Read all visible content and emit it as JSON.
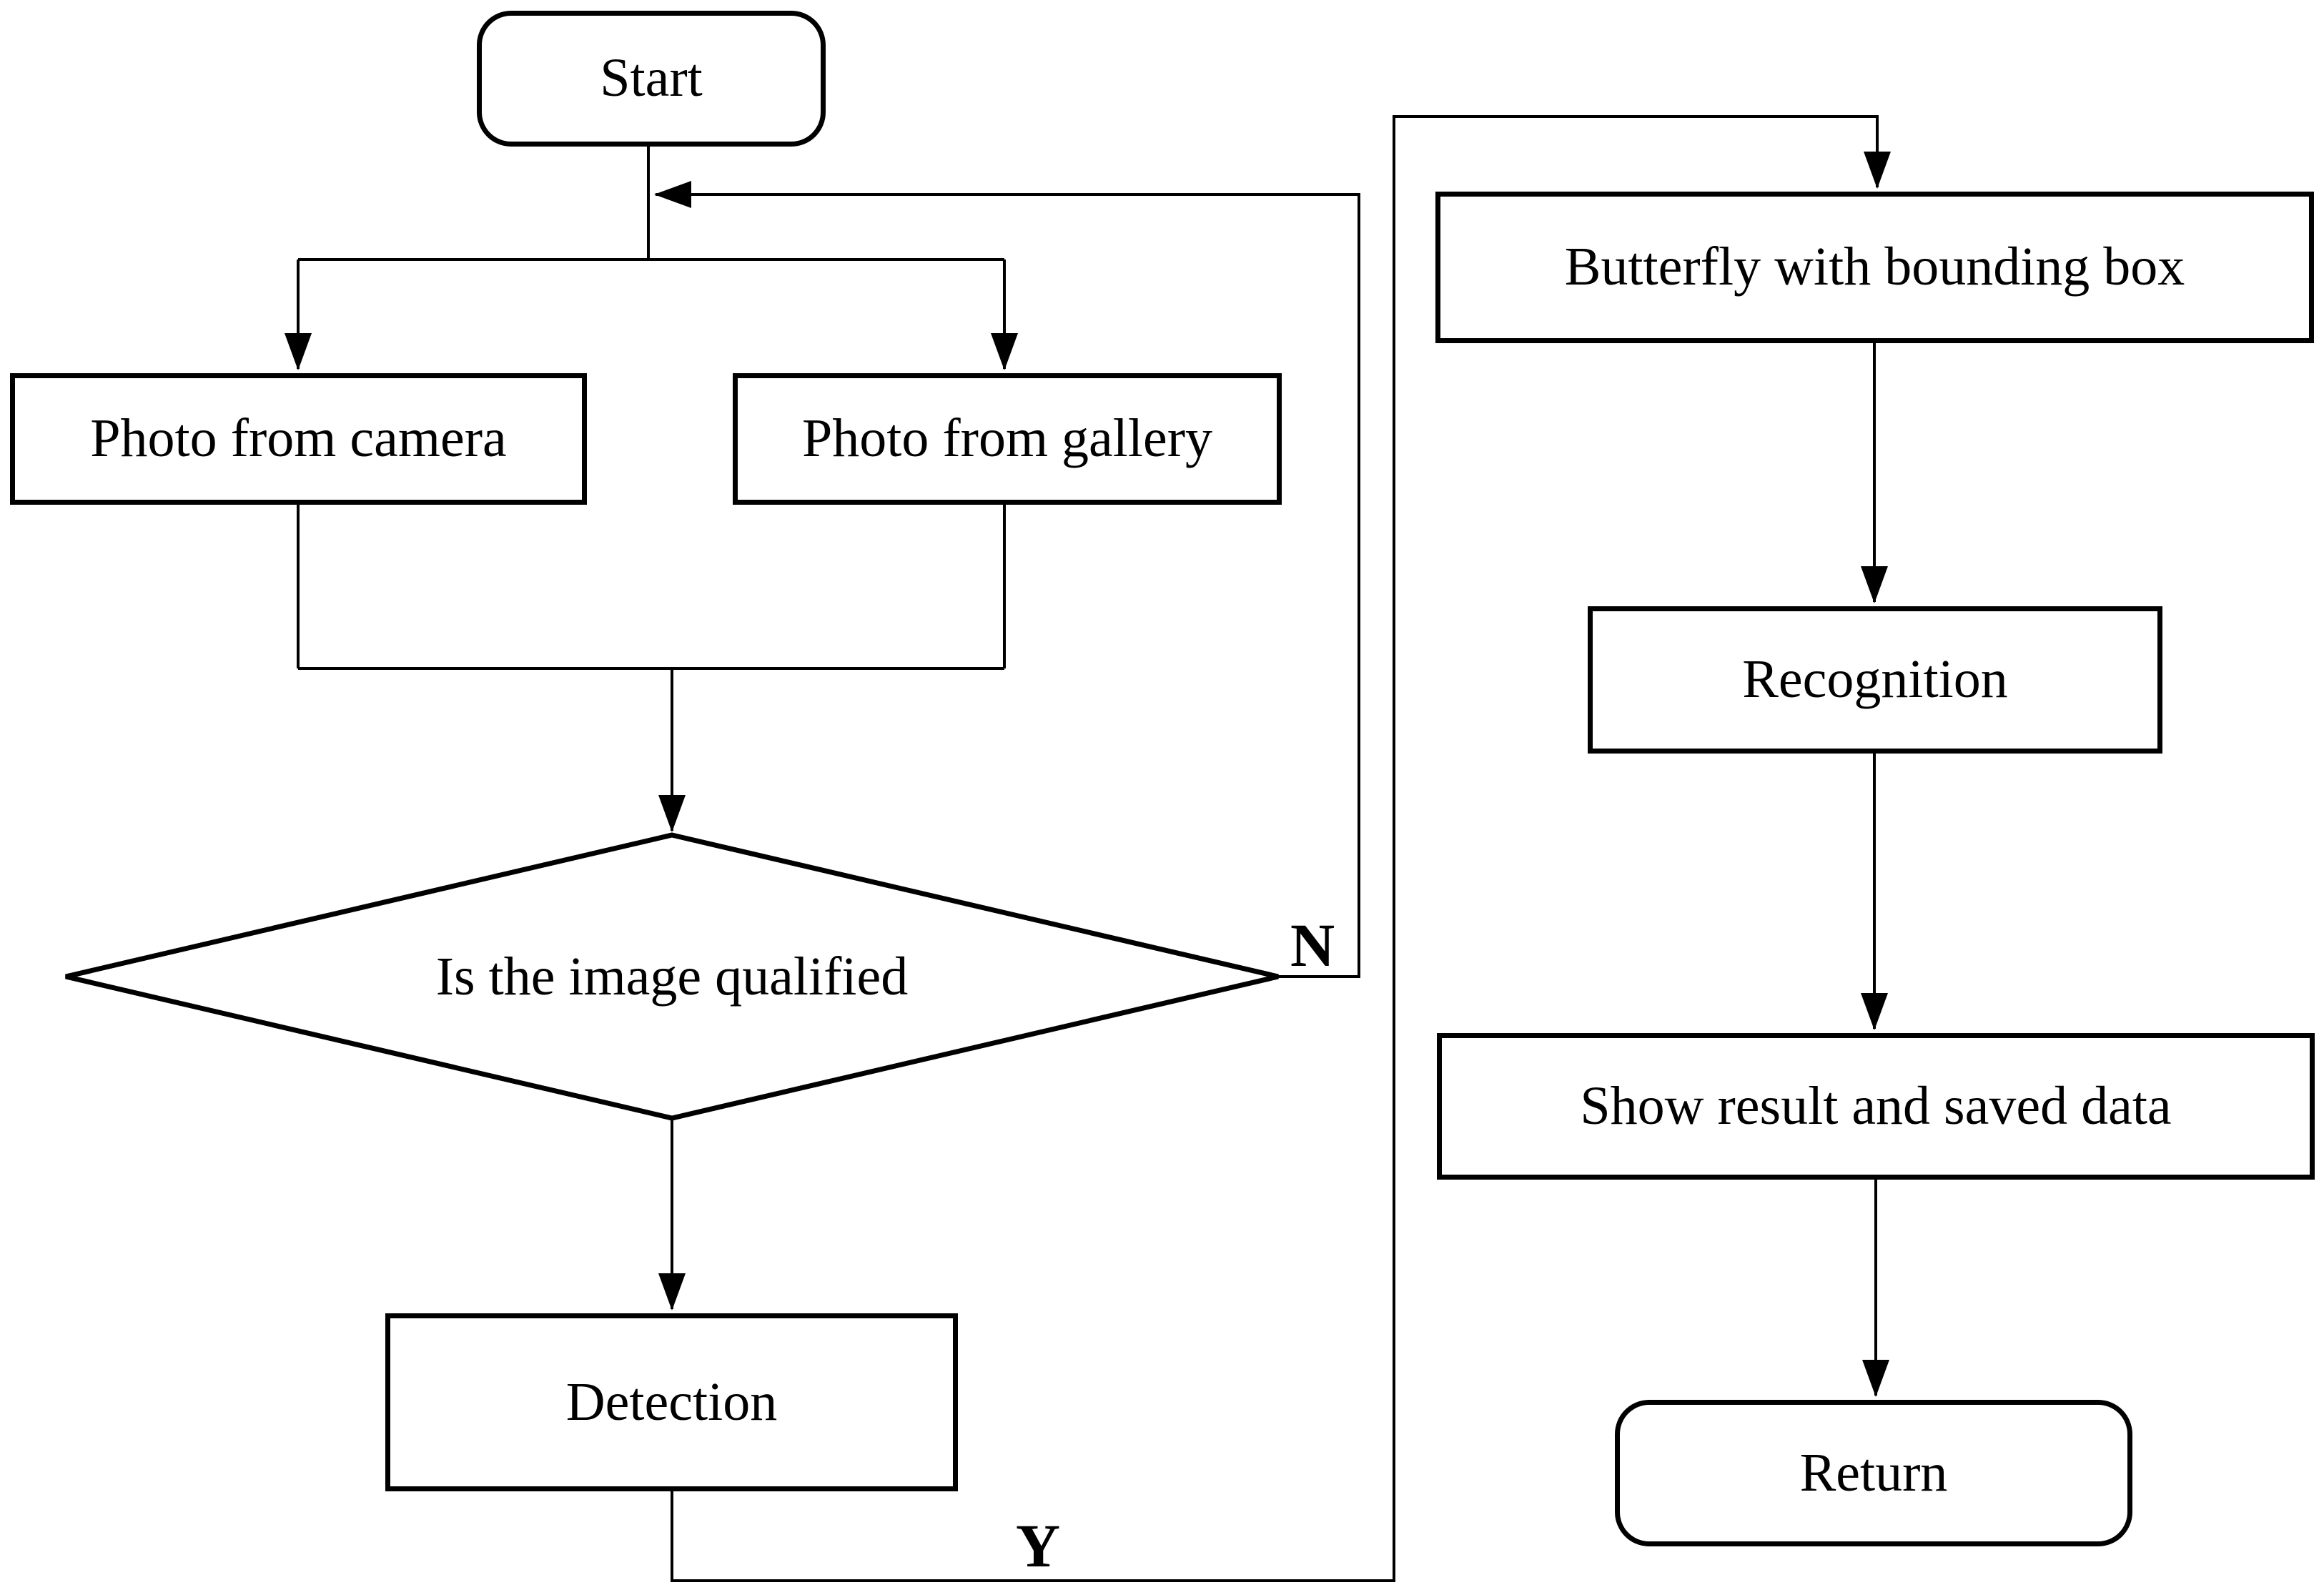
{
  "diagram": {
    "type": "flowchart",
    "background_color": "#ffffff",
    "line_color": "#000000",
    "text_color": "#000000",
    "nodes": [
      {
        "id": "start",
        "shape": "terminator",
        "label": "Start"
      },
      {
        "id": "photo-from-camera",
        "shape": "process",
        "label": "Photo from camera"
      },
      {
        "id": "photo-from-gallery",
        "shape": "process",
        "label": "Photo from gallery"
      },
      {
        "id": "is-image-qualified",
        "shape": "decision",
        "label": "Is the image qualified"
      },
      {
        "id": "detection",
        "shape": "process",
        "label": "Detection"
      },
      {
        "id": "butterfly-with-bounding-box",
        "shape": "process",
        "label": "Butterfly with bounding box"
      },
      {
        "id": "recognition",
        "shape": "process",
        "label": "Recognition"
      },
      {
        "id": "show-result-and-saved-data",
        "shape": "process",
        "label": "Show result and saved data"
      },
      {
        "id": "return",
        "shape": "terminator",
        "label": "Return"
      }
    ],
    "edges": [
      {
        "from": "start",
        "to": "photo-from-camera",
        "label": ""
      },
      {
        "from": "start",
        "to": "photo-from-gallery",
        "label": ""
      },
      {
        "from": "photo-from-camera",
        "to": "is-image-qualified",
        "label": ""
      },
      {
        "from": "photo-from-gallery",
        "to": "is-image-qualified",
        "label": ""
      },
      {
        "from": "is-image-qualified",
        "to": "start",
        "label": "N"
      },
      {
        "from": "is-image-qualified",
        "to": "detection",
        "label": ""
      },
      {
        "from": "detection",
        "to": "butterfly-with-bounding-box",
        "label": "Y"
      },
      {
        "from": "butterfly-with-bounding-box",
        "to": "recognition",
        "label": ""
      },
      {
        "from": "recognition",
        "to": "show-result-and-saved-data",
        "label": ""
      },
      {
        "from": "show-result-and-saved-data",
        "to": "return",
        "label": ""
      }
    ]
  }
}
